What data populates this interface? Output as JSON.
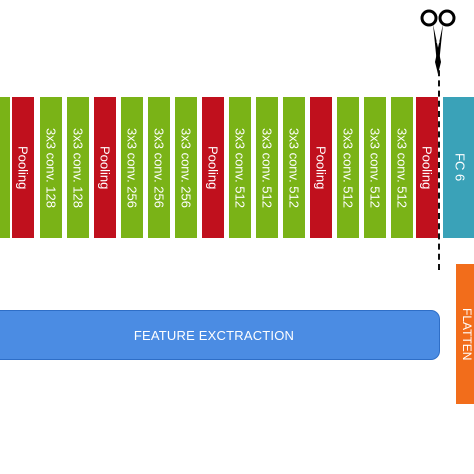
{
  "layers": [
    {
      "label": "",
      "kind": "conv"
    },
    {
      "label": "Pooling",
      "kind": "pool"
    },
    {
      "label": "3x3 conv. 128",
      "kind": "conv"
    },
    {
      "label": "3x3 conv. 128",
      "kind": "conv"
    },
    {
      "label": "Pooling",
      "kind": "pool"
    },
    {
      "label": "3x3 conv. 256",
      "kind": "conv"
    },
    {
      "label": "3x3 conv. 256",
      "kind": "conv"
    },
    {
      "label": "3x3 conv. 256",
      "kind": "conv"
    },
    {
      "label": "Pooling",
      "kind": "pool"
    },
    {
      "label": "3x3 conv. 512",
      "kind": "conv"
    },
    {
      "label": "3x3 conv. 512",
      "kind": "conv"
    },
    {
      "label": "3x3 conv. 512",
      "kind": "conv"
    },
    {
      "label": "Pooling",
      "kind": "pool"
    },
    {
      "label": "3x3 conv. 512",
      "kind": "conv"
    },
    {
      "label": "3x3 conv. 512",
      "kind": "conv"
    },
    {
      "label": "3x3 conv. 512",
      "kind": "conv"
    },
    {
      "label": "Pooling",
      "kind": "pool"
    },
    {
      "label": "FC 6",
      "kind": "fc"
    }
  ],
  "feature_label": "FEATURE EXCTRACTION",
  "flatten_label": "FLATTEN",
  "colors": {
    "conv": "#7ab317",
    "pool": "#c0101d",
    "fc": "#3aa2b8",
    "feature": "#4b8ce3",
    "flatten": "#f26d1b"
  },
  "icons": {
    "cut": "scissors-icon"
  }
}
